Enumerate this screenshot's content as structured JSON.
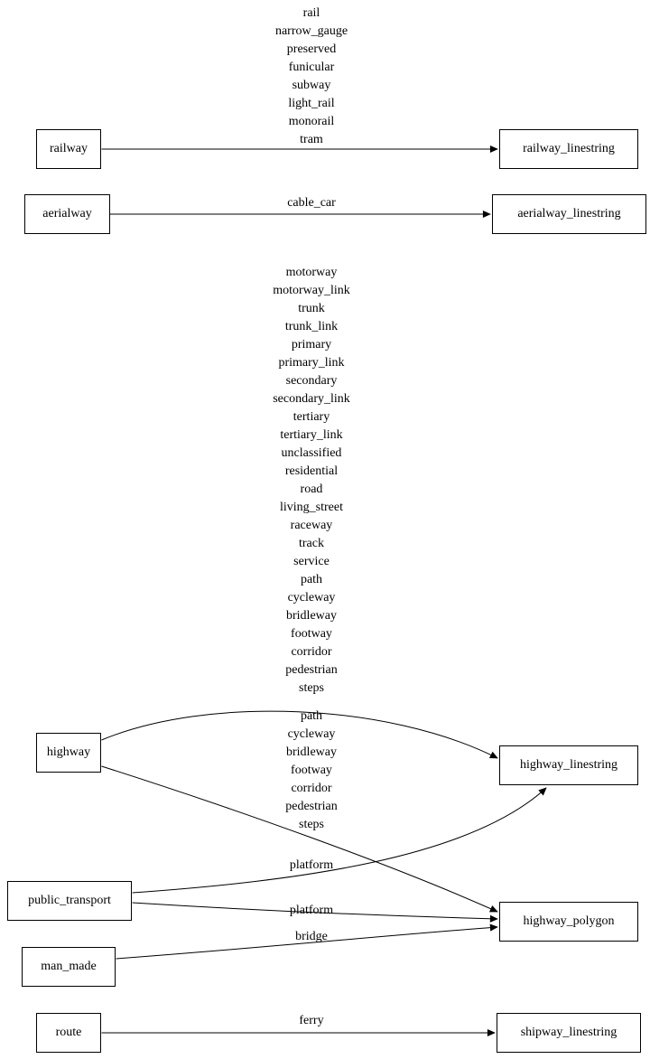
{
  "diagram": {
    "background": "#ffffff",
    "stroke_color": "#000000",
    "nodes": {
      "railway": "railway",
      "railway_linestring": "railway_linestring",
      "aerialway": "aerialway",
      "aerialway_linestring": "aerialway_linestring",
      "highway": "highway",
      "highway_linestring": "highway_linestring",
      "public_transport": "public_transport",
      "highway_polygon": "highway_polygon",
      "man_made": "man_made",
      "route": "route",
      "shipway_linestring": "shipway_linestring"
    },
    "edges": [
      {
        "from": "railway",
        "to": "railway_linestring",
        "label": [
          "rail",
          "narrow_gauge",
          "preserved",
          "funicular",
          "subway",
          "light_rail",
          "monorail",
          "tram"
        ]
      },
      {
        "from": "aerialway",
        "to": "aerialway_linestring",
        "label": "cable_car"
      },
      {
        "from": "highway",
        "to": "highway_linestring",
        "label": [
          "motorway",
          "motorway_link",
          "trunk",
          "trunk_link",
          "primary",
          "primary_link",
          "secondary",
          "secondary_link",
          "tertiary",
          "tertiary_link",
          "unclassified",
          "residential",
          "road",
          "living_street",
          "raceway",
          "track",
          "service",
          "path",
          "cycleway",
          "bridleway",
          "footway",
          "corridor",
          "pedestrian",
          "steps"
        ]
      },
      {
        "from": "highway",
        "to": "highway_polygon",
        "label": [
          "path",
          "cycleway",
          "bridleway",
          "footway",
          "corridor",
          "pedestrian",
          "steps"
        ]
      },
      {
        "from": "public_transport",
        "to": "highway_linestring",
        "label": "platform"
      },
      {
        "from": "public_transport",
        "to": "highway_polygon",
        "label": "platform"
      },
      {
        "from": "man_made",
        "to": "highway_polygon",
        "label": "bridge"
      },
      {
        "from": "route",
        "to": "shipway_linestring",
        "label": "ferry"
      }
    ]
  }
}
